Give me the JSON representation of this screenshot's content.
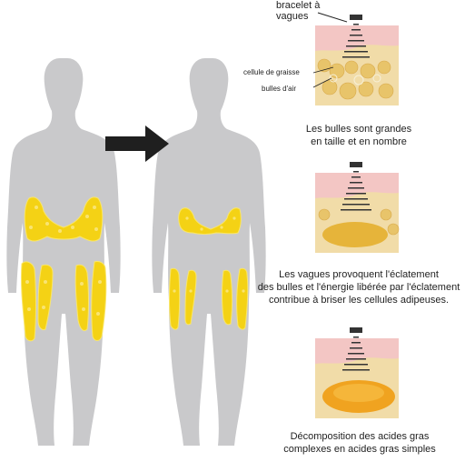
{
  "labels": {
    "device": [
      "bracelet à",
      "vagues"
    ],
    "fat_cell": "cellule de graisse",
    "air_bubbles": "bulles d'air"
  },
  "captions": [
    [
      "Les bulles sont grandes",
      "en taille et en nombre"
    ],
    [
      "Les vagues provoquent l'éclatement",
      "des bulles et l'énergie libérée par l'éclatement",
      "contribue à briser les cellules adipeuses."
    ],
    [
      "Décomposition des acides gras",
      "complexes en acides gras simples"
    ]
  ],
  "colors": {
    "body": "#c9c9cb",
    "fat": "#f4d215",
    "fat_edge": "#f7e96a",
    "arrow": "#1f1f1f",
    "skin": "#f3c6c4",
    "tissue": "#f1dca8",
    "cell": "#e8c46a",
    "device": "#333333"
  },
  "icons": [
    "body-silhouette",
    "arrow-right",
    "wave-bracelet-icon",
    "skin-cross-section"
  ]
}
